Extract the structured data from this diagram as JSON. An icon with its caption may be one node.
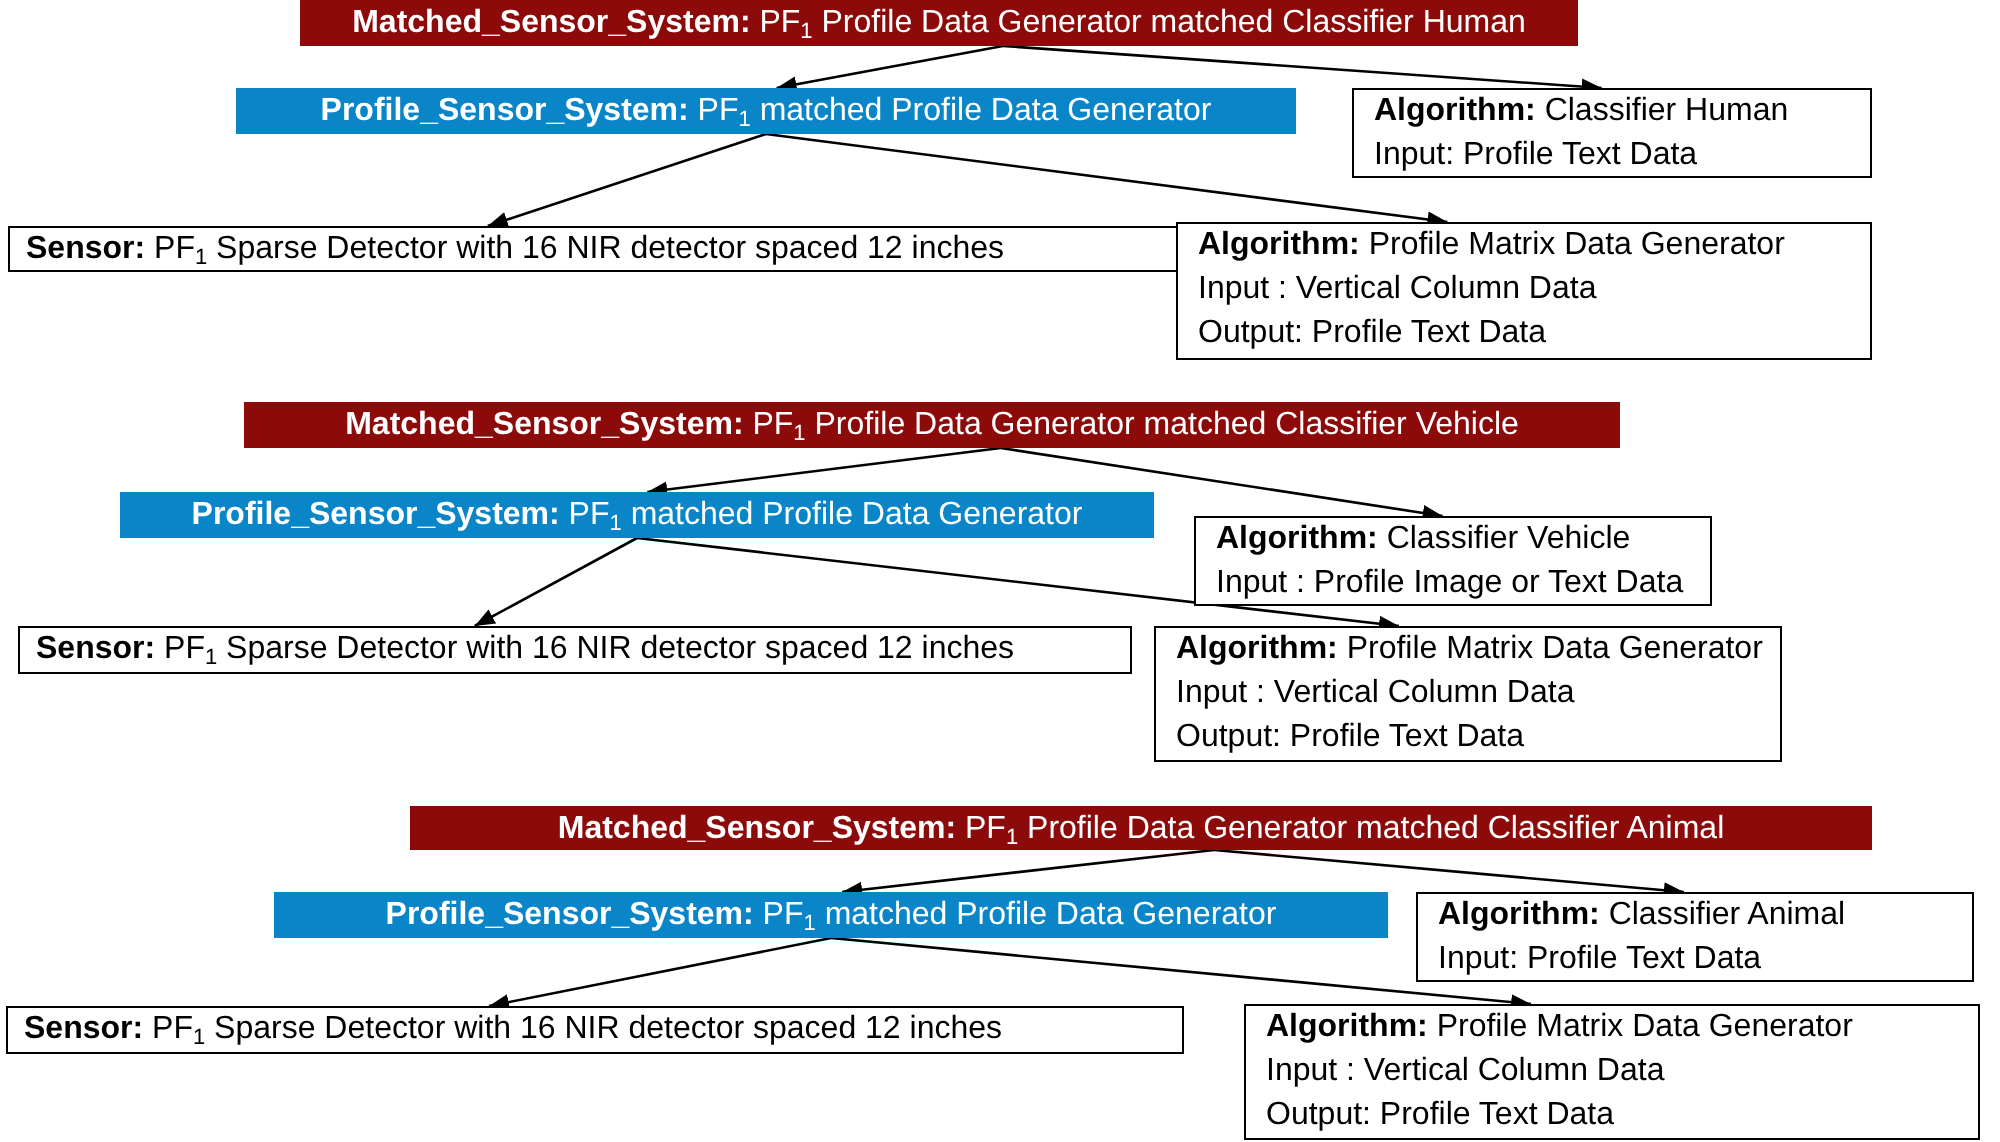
{
  "diagram": {
    "nodes": [
      {
        "text": [
          "**Matched_Sensor_System:** PF$_{1}$ Profile Data Generator matched Classifier Human"
        ]
      },
      {
        "text": [
          "**Profile_Sensor_System:** PF$_{1}$ matched Profile Data Generator"
        ]
      },
      {
        "text": [
          "**Algorithm:** Classifier Human",
          "Input: Profile Text Data"
        ]
      },
      {
        "text": [
          "**Sensor:** PF$_{1}$ Sparse Detector with 16 NIR detector spaced 12 inches"
        ]
      },
      {
        "text": [
          "**Algorithm:** Profile Matrix Data Generator",
          "Input : Vertical Column Data",
          "Output: Profile Text Data"
        ]
      },
      {
        "text": [
          "**Matched_Sensor_System:** PF$_{1}$ Profile Data Generator matched Classifier Vehicle"
        ]
      },
      {
        "text": [
          "**Profile_Sensor_System:** PF$_{1}$ matched Profile Data Generator"
        ]
      },
      {
        "text": [
          "**Algorithm:** Classifier Vehicle",
          "Input : Profile Image or Text Data"
        ]
      },
      {
        "text": [
          "**Sensor:** PF$_{1}$ Sparse Detector with 16 NIR detector spaced 12 inches"
        ]
      },
      {
        "text": [
          "**Algorithm:** Profile Matrix Data Generator",
          "Input : Vertical Column Data",
          "Output: Profile Text Data"
        ]
      },
      {
        "text": [
          "**Matched_Sensor_System:** PF$_{1}$ Profile Data Generator matched Classifier Animal"
        ]
      },
      {
        "text": [
          "**Profile_Sensor_System:** PF$_{1}$ matched Profile Data Generator"
        ]
      },
      {
        "text": [
          "**Algorithm:** Classifier Animal",
          "Input: Profile Text Data"
        ]
      },
      {
        "text": [
          "**Sensor:** PF$_{1}$ Sparse Detector with 16 NIR detector spaced 12 inches"
        ]
      },
      {
        "text": [
          "**Algorithm:** Profile Matrix Data Generator",
          "Input : Vertical Column Data",
          "Output: Profile Text Data"
        ]
      }
    ],
    "edges": [
      {
        "from": 0,
        "to": 1,
        "arrow": "to"
      },
      {
        "from": 0,
        "to": 2,
        "arrow": "to"
      },
      {
        "from": 1,
        "to": 3,
        "arrow": "to"
      },
      {
        "from": 1,
        "to": 4,
        "arrow": "to"
      },
      {
        "from": 5,
        "to": 6,
        "arrow": "to"
      },
      {
        "from": 5,
        "to": 7,
        "arrow": "to"
      },
      {
        "from": 6,
        "to": 8,
        "arrow": "to"
      },
      {
        "from": 6,
        "to": 9,
        "arrow": "to"
      },
      {
        "from": 10,
        "to": 11,
        "arrow": "to"
      },
      {
        "from": 10,
        "to": 12,
        "arrow": "to"
      },
      {
        "from": 11,
        "to": 13,
        "arrow": "to"
      },
      {
        "from": 11,
        "to": 14,
        "arrow": "to"
      }
    ]
  }
}
